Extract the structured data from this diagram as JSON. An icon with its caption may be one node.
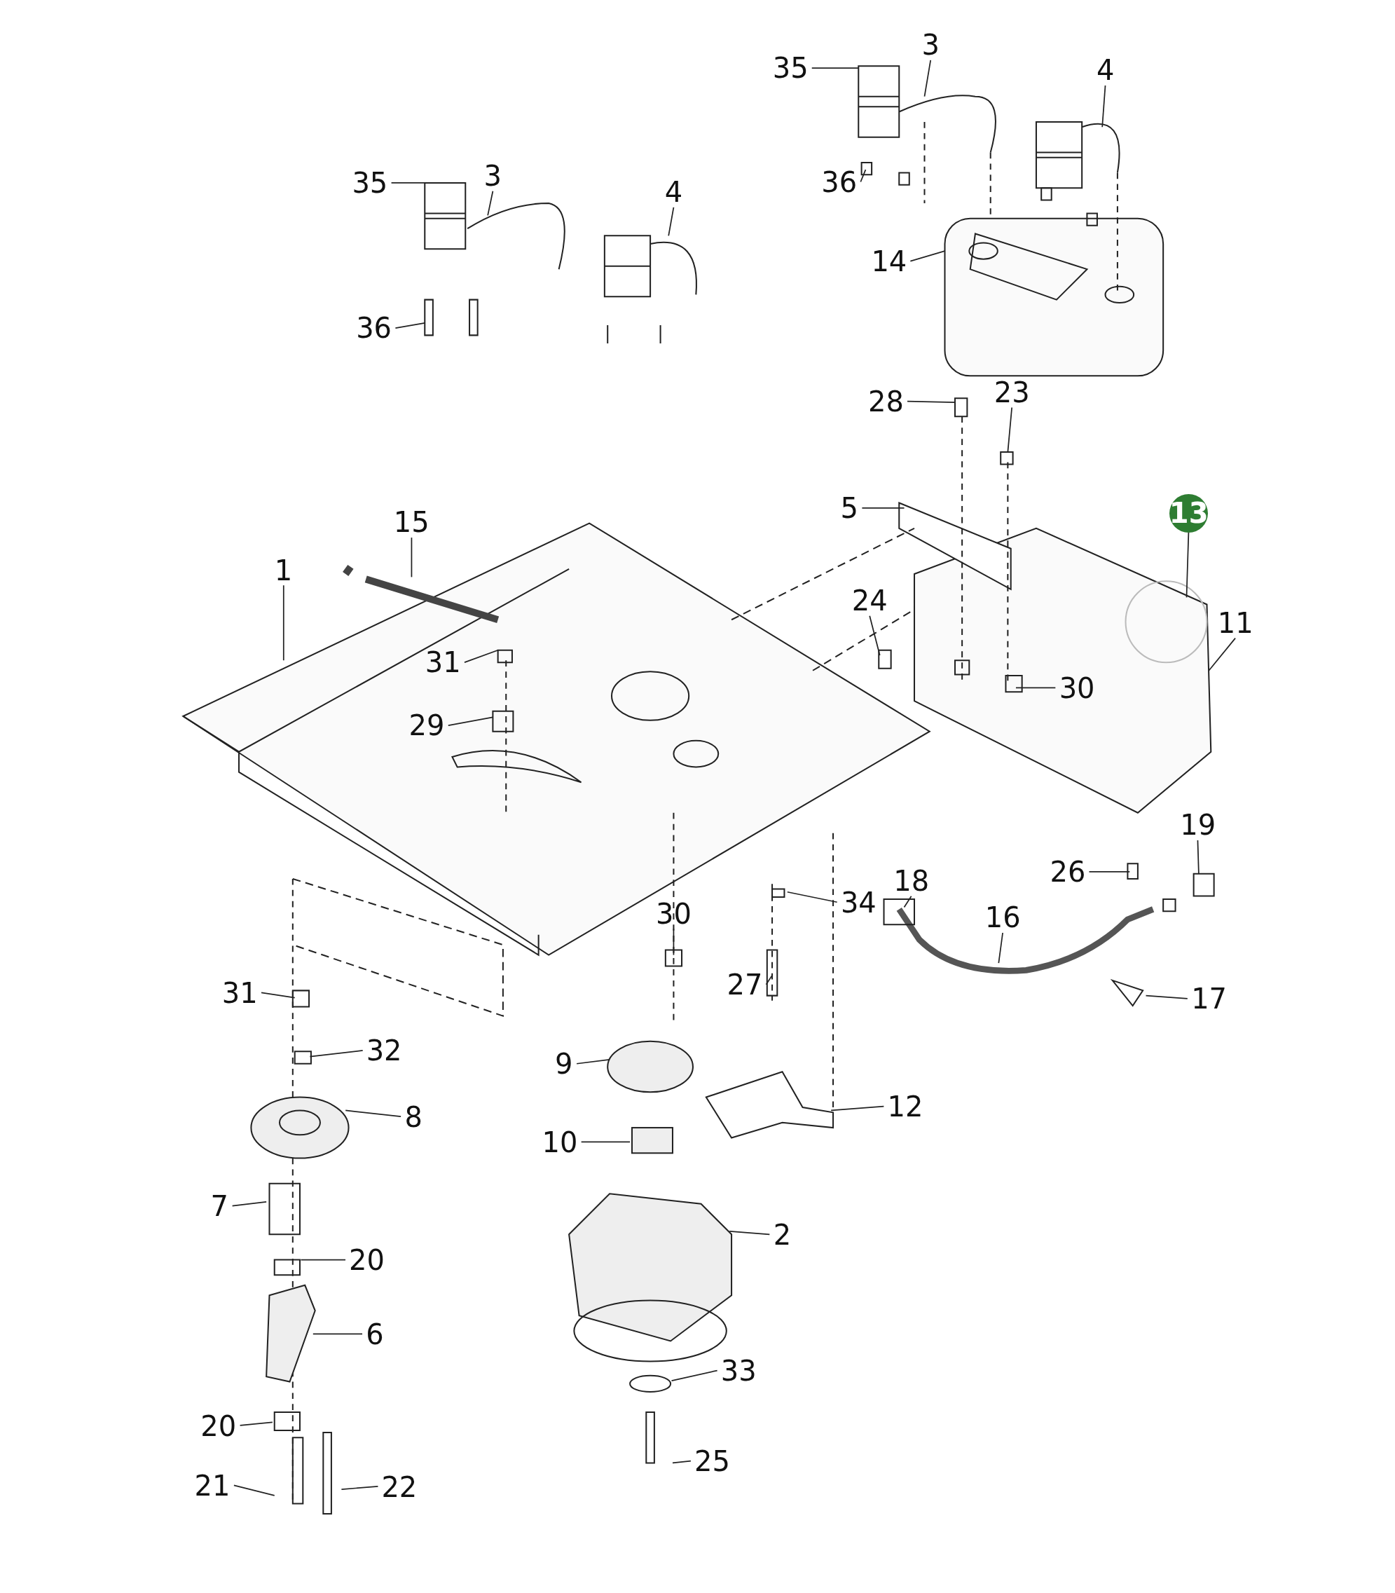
{
  "diagram": {
    "nodes": [
      {
        "text": [
          "3"
        ]
      },
      {
        "text": [
          "35"
        ]
      },
      {
        "text": [
          "4"
        ]
      },
      {
        "text": [
          "36"
        ]
      },
      {
        "text": [
          "3"
        ]
      },
      {
        "text": [
          "35"
        ]
      },
      {
        "text": [
          "4"
        ]
      },
      {
        "text": [
          "14"
        ]
      },
      {
        "text": [
          "36"
        ]
      },
      {
        "text": [
          "23"
        ]
      },
      {
        "text": [
          "28"
        ]
      },
      {
        "text": [
          "5"
        ]
      },
      {
        "text": [
          "13"
        ]
      },
      {
        "text": [
          "15"
        ]
      },
      {
        "text": [
          "1"
        ]
      },
      {
        "text": [
          "24"
        ]
      },
      {
        "text": [
          "11"
        ]
      },
      {
        "text": [
          "31"
        ]
      },
      {
        "text": [
          "30"
        ]
      },
      {
        "text": [
          "29"
        ]
      },
      {
        "text": [
          "19"
        ]
      },
      {
        "text": [
          "26"
        ]
      },
      {
        "text": [
          "18"
        ]
      },
      {
        "text": [
          "34"
        ]
      },
      {
        "text": [
          "16"
        ]
      },
      {
        "text": [
          "30"
        ]
      },
      {
        "text": [
          "27"
        ]
      },
      {
        "text": [
          "31"
        ]
      },
      {
        "text": [
          "17"
        ]
      },
      {
        "text": [
          "32"
        ]
      },
      {
        "text": [
          "9"
        ]
      },
      {
        "text": [
          "8"
        ]
      },
      {
        "text": [
          "12"
        ]
      },
      {
        "text": [
          "10"
        ]
      },
      {
        "text": [
          "7"
        ]
      },
      {
        "text": [
          "2"
        ]
      },
      {
        "text": [
          "20"
        ]
      },
      {
        "text": [
          "6"
        ]
      },
      {
        "text": [
          "33"
        ]
      },
      {
        "text": [
          "20"
        ]
      },
      {
        "text": [
          "25"
        ]
      },
      {
        "text": [
          "21"
        ]
      },
      {
        "text": [
          "22"
        ]
      }
    ],
    "edges": [
      {
        "from": 0,
        "to": null,
        "arrow": "none"
      },
      {
        "from": 1,
        "to": null,
        "arrow": "none"
      },
      {
        "from": 2,
        "to": null,
        "arrow": "none"
      },
      {
        "from": 3,
        "to": null,
        "arrow": "none"
      },
      {
        "from": 4,
        "to": null,
        "arrow": "none"
      },
      {
        "from": 5,
        "to": null,
        "arrow": "none"
      },
      {
        "from": 6,
        "to": null,
        "arrow": "none"
      },
      {
        "from": 7,
        "to": null,
        "arrow": "none"
      },
      {
        "from": 8,
        "to": null,
        "arrow": "none"
      },
      {
        "from": 9,
        "to": null,
        "arrow": "none"
      },
      {
        "from": 10,
        "to": null,
        "arrow": "none"
      },
      {
        "from": 11,
        "to": null,
        "arrow": "none"
      },
      {
        "from": 12,
        "to": null,
        "arrow": "none"
      },
      {
        "from": 13,
        "to": null,
        "arrow": "none"
      },
      {
        "from": 14,
        "to": null,
        "arrow": "none"
      },
      {
        "from": 15,
        "to": null,
        "arrow": "none"
      },
      {
        "from": 16,
        "to": null,
        "arrow": "none"
      },
      {
        "from": 17,
        "to": null,
        "arrow": "none"
      },
      {
        "from": 18,
        "to": null,
        "arrow": "none"
      },
      {
        "from": 19,
        "to": null,
        "arrow": "none"
      },
      {
        "from": 20,
        "to": null,
        "arrow": "none"
      },
      {
        "from": 21,
        "to": null,
        "arrow": "none"
      },
      {
        "from": 22,
        "to": null,
        "arrow": "none"
      },
      {
        "from": 23,
        "to": null,
        "arrow": "none"
      },
      {
        "from": 24,
        "to": null,
        "arrow": "none"
      },
      {
        "from": 25,
        "to": null,
        "arrow": "none"
      },
      {
        "from": 26,
        "to": null,
        "arrow": "none"
      },
      {
        "from": 27,
        "to": null,
        "arrow": "none"
      },
      {
        "from": 28,
        "to": null,
        "arrow": "none"
      },
      {
        "from": 29,
        "to": null,
        "arrow": "none"
      },
      {
        "from": 30,
        "to": null,
        "arrow": "none"
      },
      {
        "from": 31,
        "to": null,
        "arrow": "none"
      },
      {
        "from": 32,
        "to": null,
        "arrow": "none"
      },
      {
        "from": 33,
        "to": null,
        "arrow": "none"
      },
      {
        "from": 34,
        "to": null,
        "arrow": "none"
      },
      {
        "from": 35,
        "to": null,
        "arrow": "none"
      },
      {
        "from": 36,
        "to": null,
        "arrow": "none"
      },
      {
        "from": 37,
        "to": null,
        "arrow": "none"
      },
      {
        "from": 38,
        "to": null,
        "arrow": "none"
      },
      {
        "from": 39,
        "to": null,
        "arrow": "none"
      },
      {
        "from": 40,
        "to": null,
        "arrow": "none"
      },
      {
        "from": 41,
        "to": null,
        "arrow": "none"
      },
      {
        "from": 42,
        "to": null,
        "arrow": "none"
      }
    ]
  }
}
